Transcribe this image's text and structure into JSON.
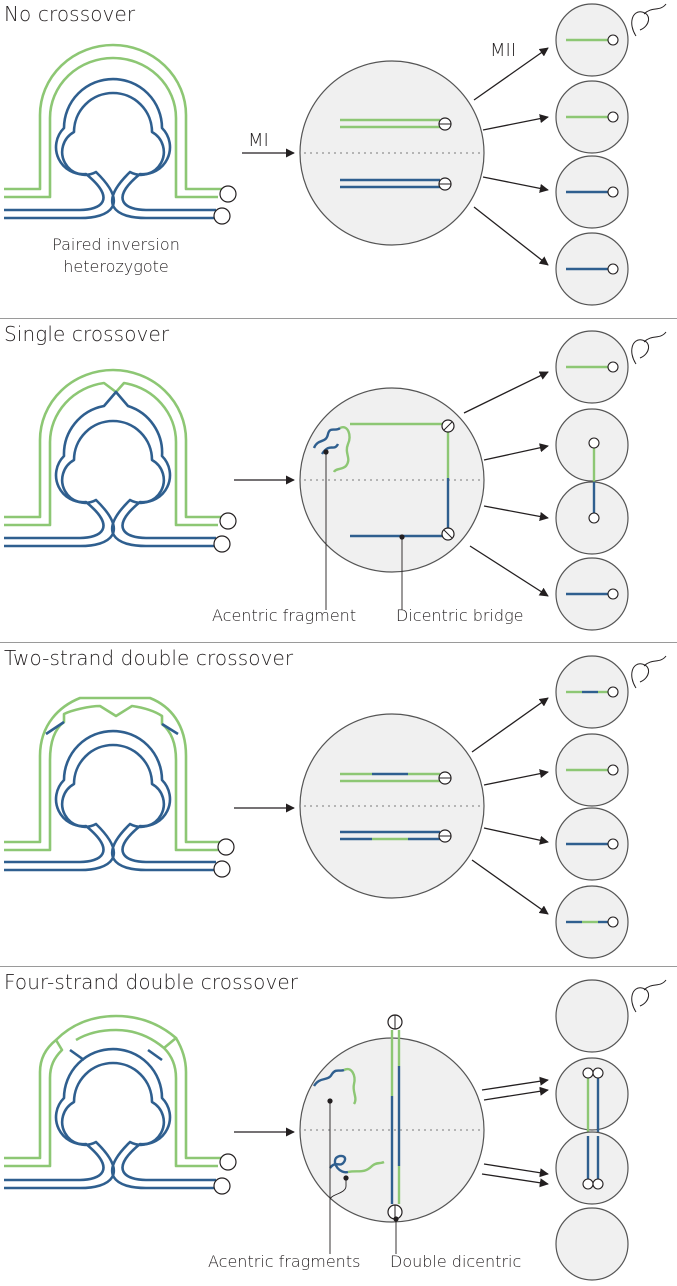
{
  "colors": {
    "green": "#8dc774",
    "blue": "#2f5f8f",
    "cell_fill": "#f0f0f0",
    "cell_stroke": "#555555",
    "text": "#231f20"
  },
  "panels": [
    {
      "title": "No crossover",
      "labels": {
        "mi": "MI",
        "mii": "MII",
        "paired_line1": "Paired inversion",
        "paired_line2": "heterozygote"
      }
    },
    {
      "title": "Single crossover",
      "labels": {
        "acentric": "Acentric fragment",
        "dicentric": "Dicentric bridge"
      }
    },
    {
      "title": "Two-strand double crossover"
    },
    {
      "title": "Four-strand double crossover",
      "labels": {
        "acentrics": "Acentric fragments",
        "double_dicentric": "Double dicentric"
      }
    }
  ]
}
